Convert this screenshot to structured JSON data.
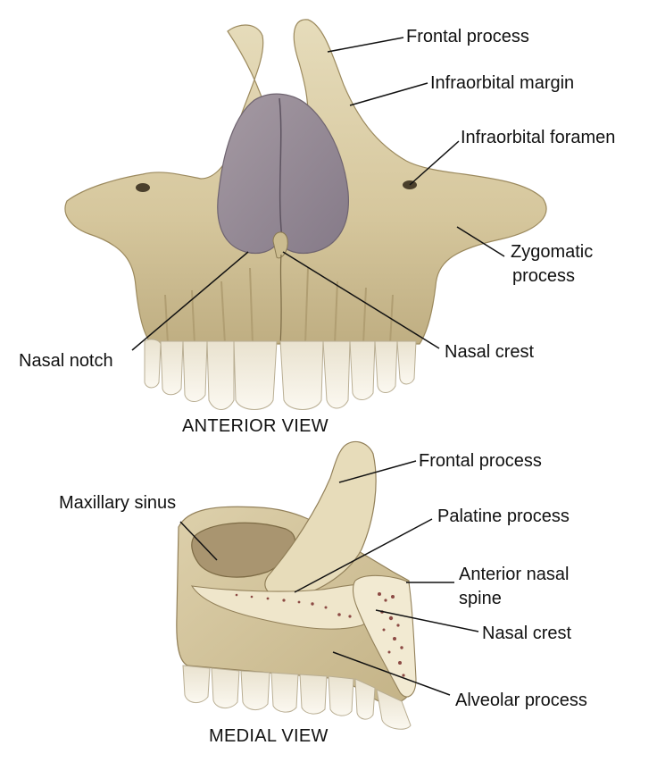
{
  "views": {
    "anterior": {
      "title": "ANTERIOR VIEW"
    },
    "medial": {
      "title": "MEDIAL VIEW"
    }
  },
  "labels": {
    "anterior": {
      "frontal_process": "Frontal process",
      "infraorbital_margin": "Infraorbital margin",
      "infraorbital_foramen": "Infraorbital foramen",
      "zygomatic_process_line1": "Zygomatic",
      "zygomatic_process_line2": "process",
      "nasal_notch": "Nasal notch",
      "nasal_crest": "Nasal crest"
    },
    "medial": {
      "frontal_process": "Frontal process",
      "maxillary_sinus": "Maxillary sinus",
      "palatine_process": "Palatine process",
      "anterior_nasal_spine_line1": "Anterior nasal",
      "anterior_nasal_spine_line2": "spine",
      "nasal_crest": "Nasal crest",
      "alveolar_process": "Alveolar process"
    }
  },
  "colors": {
    "bone": "#d9cba4",
    "bone_shadow": "#b3a176",
    "bone_highlight": "#ece2c6",
    "nasal_cavity": "#8f8592",
    "tooth": "#f4efe2",
    "marrow": "#8c4a44",
    "leader_line": "#111111"
  }
}
